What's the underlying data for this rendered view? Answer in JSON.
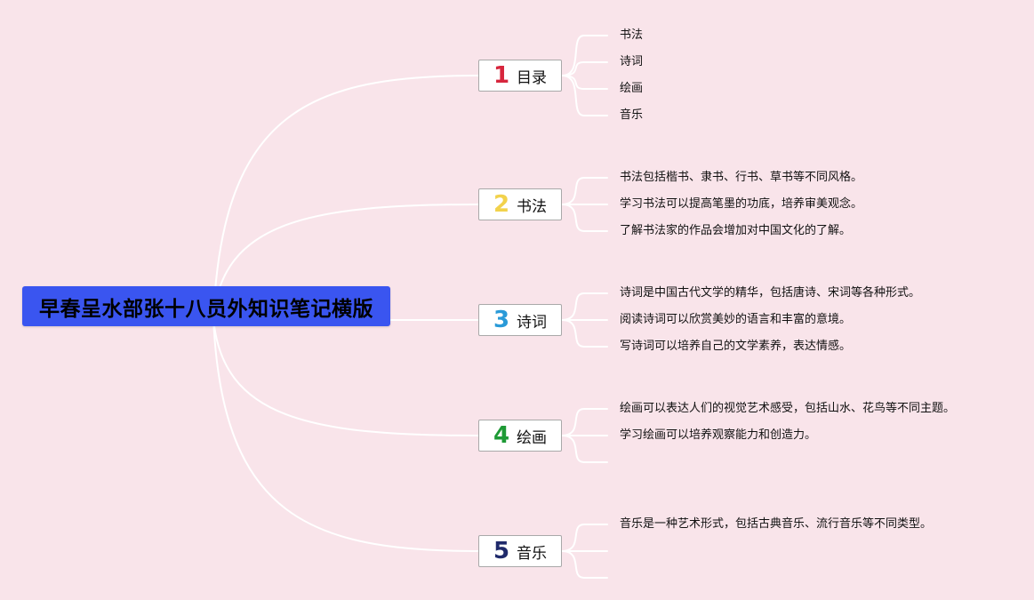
{
  "root": {
    "label": "早春呈水部张十八员外知识笔记横版"
  },
  "branches": [
    {
      "number": "1",
      "label": "目录",
      "color": "#d7263d",
      "leaves": [
        "书法",
        "诗词",
        "绘画",
        "音乐"
      ],
      "empty_leaves": 0
    },
    {
      "number": "2",
      "label": "书法",
      "color": "#f2d24c",
      "leaves": [
        "书法包括楷书、隶书、行书、草书等不同风格。",
        "学习书法可以提高笔墨的功底，培养审美观念。",
        "了解书法家的作品会增加对中国文化的了解。"
      ],
      "empty_leaves": 0
    },
    {
      "number": "3",
      "label": "诗词",
      "color": "#2a9ad8",
      "leaves": [
        "诗词是中国古代文学的精华，包括唐诗、宋词等各种形式。",
        "阅读诗词可以欣赏美妙的语言和丰富的意境。",
        "写诗词可以培养自己的文学素养，表达情感。"
      ],
      "empty_leaves": 0
    },
    {
      "number": "4",
      "label": "绘画",
      "color": "#1e9a35",
      "leaves": [
        "绘画可以表达人们的视觉艺术感受，包括山水、花鸟等不同主题。",
        "学习绘画可以培养观察能力和创造力。"
      ],
      "empty_leaves": 1
    },
    {
      "number": "5",
      "label": "音乐",
      "color": "#1f2a6b",
      "leaves": [
        "音乐是一种艺术形式，包括古典音乐、流行音乐等不同类型。"
      ],
      "empty_leaves": 2
    }
  ]
}
